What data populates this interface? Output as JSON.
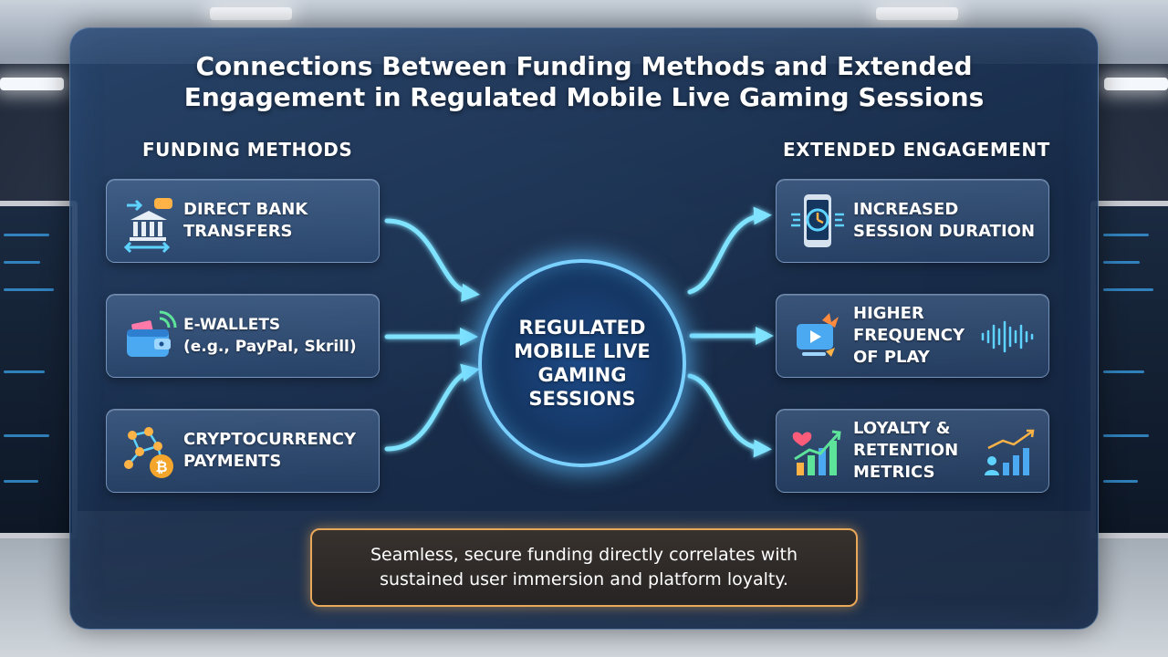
{
  "title": "Connections Between Funding Methods and Extended\nEngagement in Regulated Mobile Live Gaming Sessions",
  "left_heading": "FUNDING METHODS",
  "right_heading": "EXTENDED ENGAGEMENT",
  "funding_methods": [
    {
      "label": "DIRECT BANK\nTRANSFERS",
      "icon": "bank-transfer-icon"
    },
    {
      "label": "E-WALLETS\n(e.g., PayPal, Skrill)",
      "icon": "wallet-icon"
    },
    {
      "label": "CRYPTOCURRENCY\nPAYMENTS",
      "icon": "bitcoin-network-icon"
    }
  ],
  "hub": {
    "label": "REGULATED\nMOBILE LIVE\nGAMING\nSESSIONS"
  },
  "engagement": [
    {
      "label": "INCREASED\nSESSION DURATION",
      "icon": "phone-timer-icon"
    },
    {
      "label": "HIGHER\nFREQUENCY\nOF PLAY",
      "icon": "video-play-icon"
    },
    {
      "label": "LOYALTY &\nRETENTION\nMETRICS",
      "icon": "growth-chart-icon"
    }
  ],
  "footer": "Seamless, secure funding directly correlates with\nsustained user immersion and platform loyalty.",
  "colors": {
    "arrow": "#7fe3ff",
    "hub_ring": "#7ad0ff",
    "footer_border": "#e9a95a"
  }
}
